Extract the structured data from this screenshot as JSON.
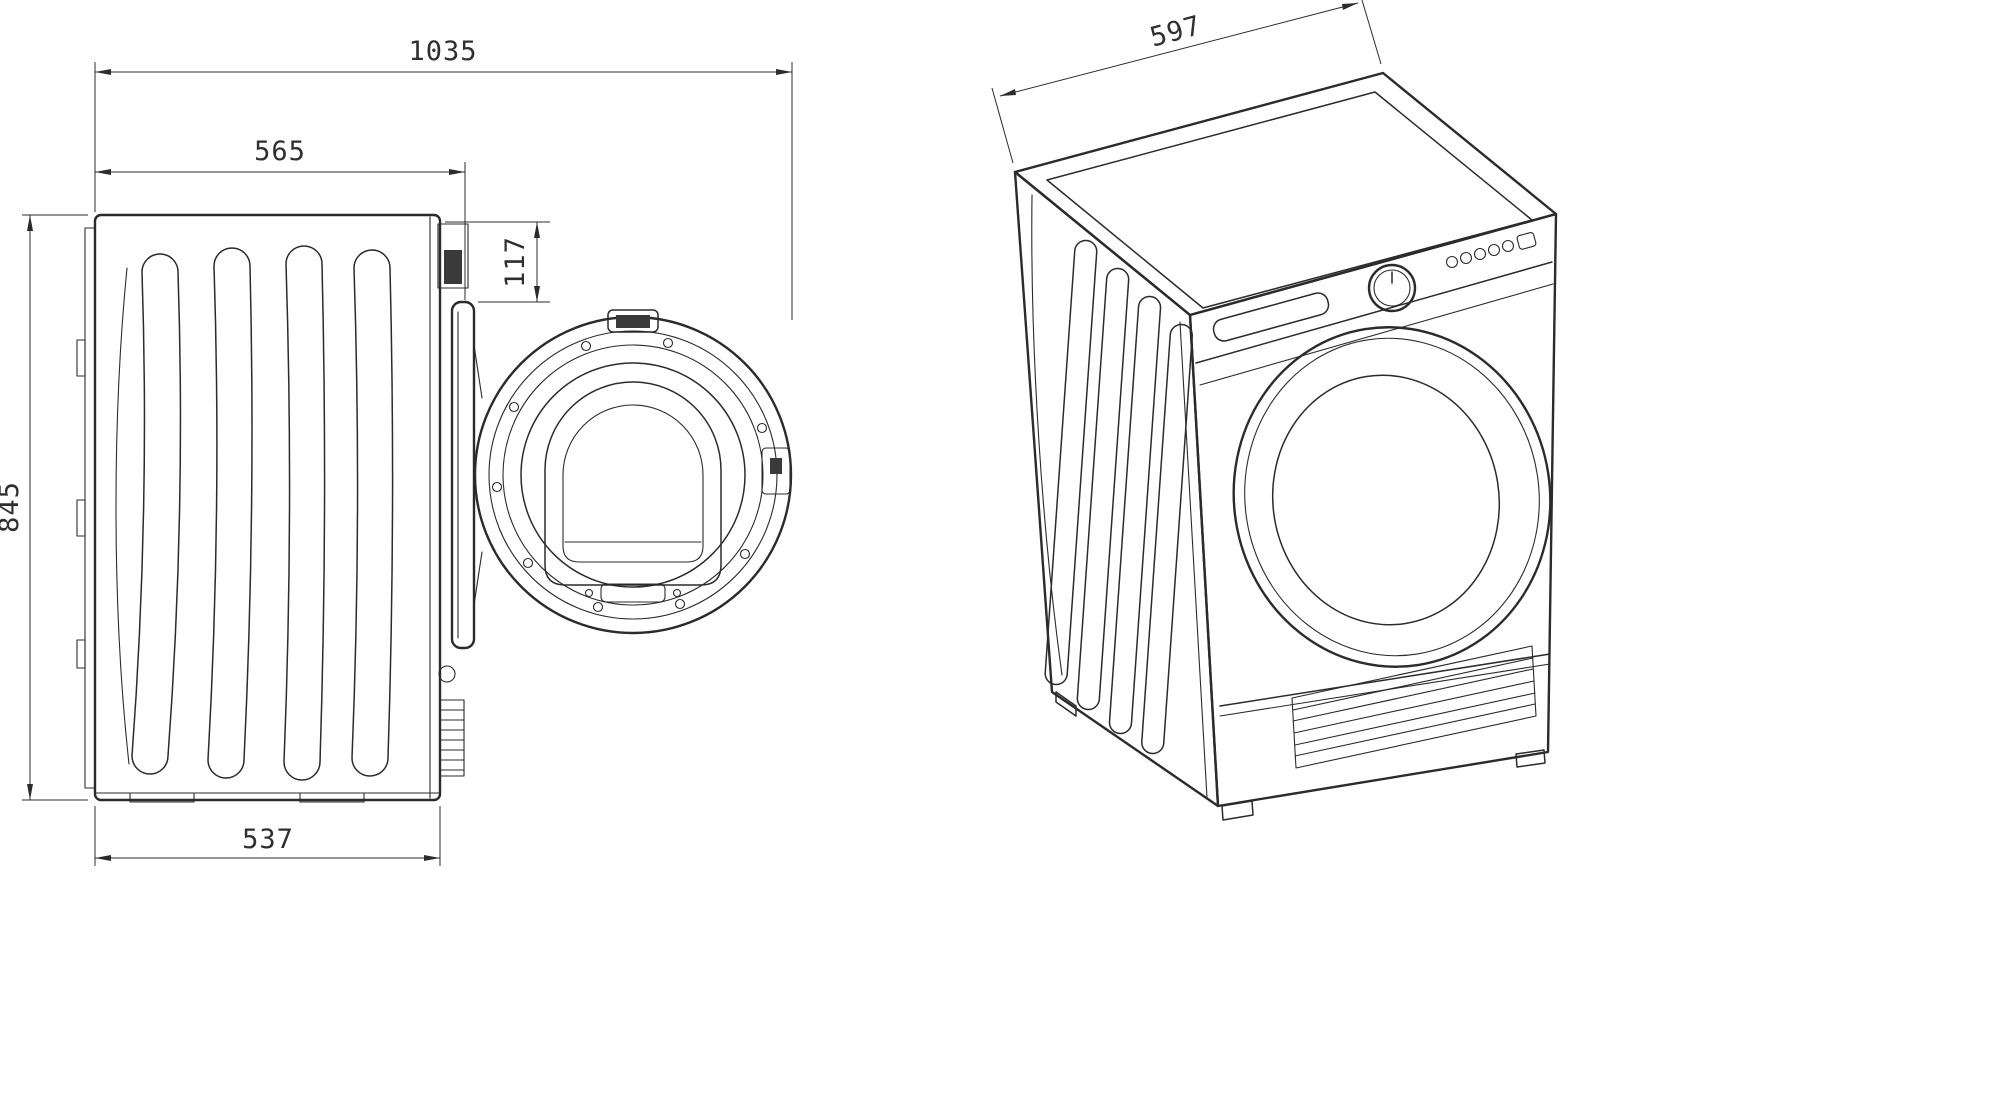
{
  "diagram": {
    "type": "technical-dimension-drawing",
    "subject": "tumble dryer",
    "line_color": "#2b2b2b",
    "background": "#ffffff",
    "views": {
      "side": "side view with door open",
      "iso": "isometric view"
    },
    "dimensions": {
      "overall_depth_door_open": "1035",
      "cabinet_depth": "565",
      "door_offset": "117",
      "height": "845",
      "base_depth": "537",
      "width": "597"
    }
  }
}
